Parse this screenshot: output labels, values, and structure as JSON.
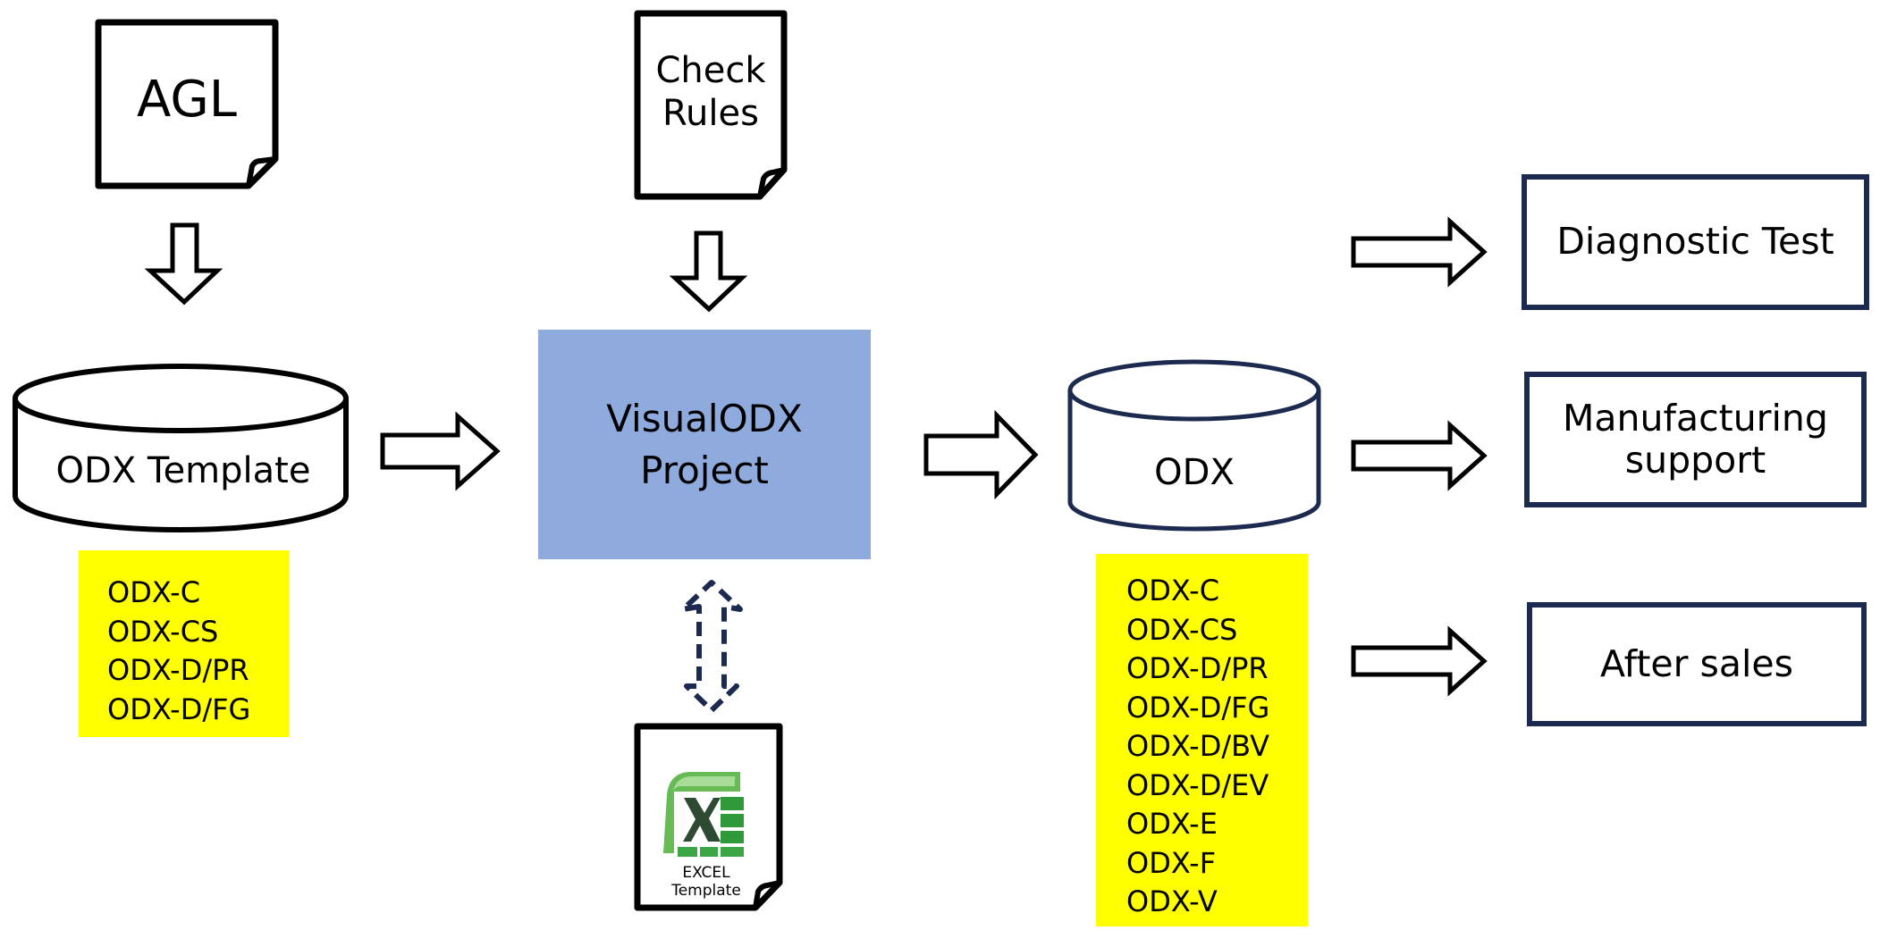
{
  "inputs": {
    "agl_document": {
      "label": "AGL"
    },
    "check_rules_document": {
      "label": "Check\nRules"
    },
    "excel_template_document": {
      "label": "EXCEL\nTemplate"
    }
  },
  "odx_template": {
    "label": "ODX Template",
    "formats": [
      "ODX-C",
      "ODX-CS",
      "ODX-D/PR",
      "ODX-D/FG"
    ]
  },
  "project": {
    "label": "VisualODX\nProject"
  },
  "odx_output": {
    "label": "ODX",
    "formats": [
      "ODX-C",
      "ODX-CS",
      "ODX-D/PR",
      "ODX-D/FG",
      "ODX-D/BV",
      "ODX-D/EV",
      "ODX-E",
      "ODX-F",
      "ODX-V"
    ]
  },
  "targets": [
    {
      "label": "Diagnostic Test"
    },
    {
      "label": "Manufacturing\nsupport"
    },
    {
      "label": "After sales"
    }
  ],
  "colors": {
    "project_fill": "#8faadc",
    "format_highlight": "#ffff00",
    "navy_stroke": "#1b2a4e",
    "excel_green": "#3a9a3a"
  }
}
